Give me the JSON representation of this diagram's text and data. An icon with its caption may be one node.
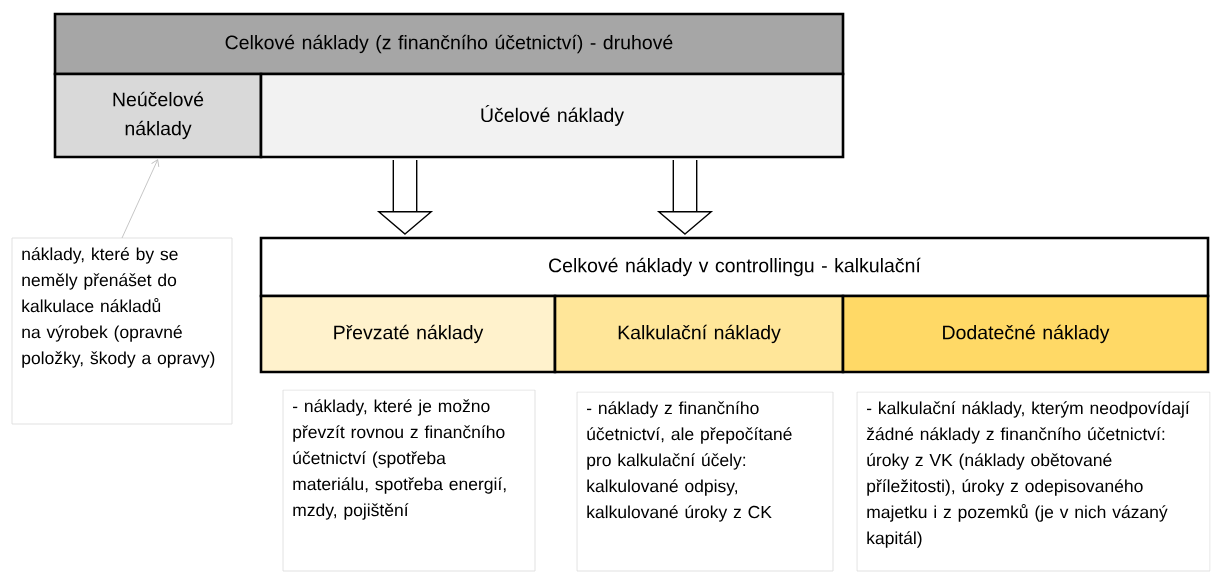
{
  "diagram": {
    "nodes": [
      {
        "text": [
          "Celkové náklady (z finančního účetnictví) - druhové"
        ]
      },
      {
        "text": [
          "Neúčelové náklady"
        ]
      },
      {
        "text": [
          "Účelové náklady"
        ]
      },
      {
        "text": [
          "Celkové náklady v controllingu - kalkulační"
        ]
      },
      {
        "text": [
          "Převzaté náklady"
        ]
      },
      {
        "text": [
          "Kalkulační náklady"
        ]
      },
      {
        "text": [
          "Dodatečné náklady"
        ]
      },
      {
        "text": [
          "náklady, které by se neměly přenášet do kalkulace nákladů na výrobek (opravné položky, škody a opravy)"
        ]
      },
      {
        "text": [
          "- náklady, které je možno převzít rovnou z finančního účetnictví (spotřeba materiálu, spotřeba energií, mzdy, pojištění"
        ]
      },
      {
        "text": [
          "- náklady z finančního účetnictví, ale přepočítané pro kalkulační účely: kalkulované odpisy, kalkulované úroky z CK"
        ]
      },
      {
        "text": [
          "- kalkulační náklady, kterým neodpovídají žádné náklady z finančního účetnictví: úroky z VK (náklady obětované příležitosti), úroky z odepisovaného majetku i z pozemků (je v nich vázaný kapitál)"
        ]
      }
    ],
    "edges": [
      {
        "from": 2,
        "to": 3,
        "arrow": "to"
      },
      {
        "from": 2,
        "to": 3,
        "arrow": "to"
      },
      {
        "from": 7,
        "to": 1,
        "arrow": "to",
        "color": "#bfbfbf"
      }
    ]
  }
}
